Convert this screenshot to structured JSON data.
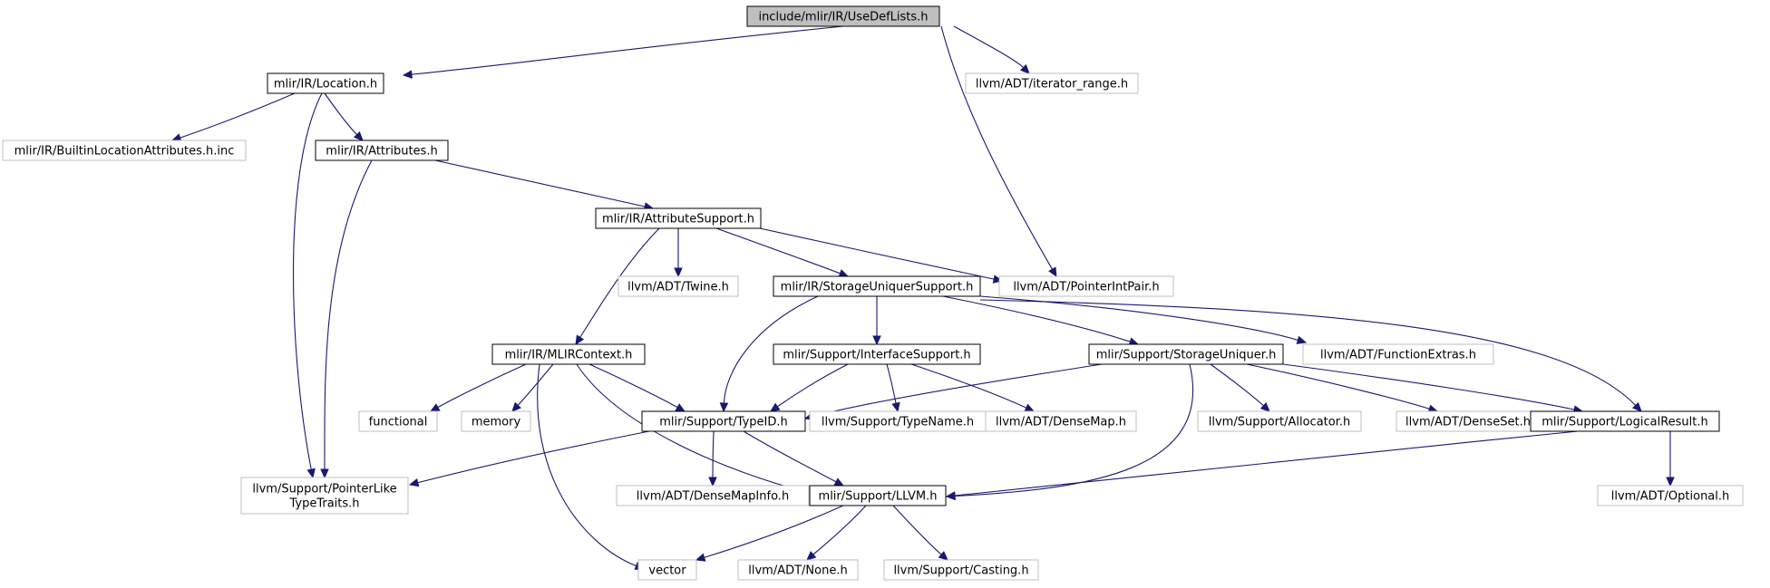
{
  "colors": {
    "edge": "#191970",
    "root_fill": "#bfbfbf",
    "root_border": "#000000",
    "internal_border": "#000000",
    "external_border": "#bfbfbf",
    "node_fill": "#ffffff",
    "text": "#000000"
  },
  "nodes": {
    "usedeflists": {
      "lines": [
        "include/mlir/IR/UseDefLists.h"
      ],
      "kind": "root"
    },
    "location": {
      "lines": [
        "mlir/IR/Location.h"
      ],
      "kind": "internal"
    },
    "iterator_range": {
      "lines": [
        "llvm/ADT/iterator_range.h"
      ],
      "kind": "external"
    },
    "builtinloc": {
      "lines": [
        "mlir/IR/BuiltinLocationAttributes.h.inc"
      ],
      "kind": "external"
    },
    "attributes": {
      "lines": [
        "mlir/IR/Attributes.h"
      ],
      "kind": "internal"
    },
    "attrsupport": {
      "lines": [
        "mlir/IR/AttributeSupport.h"
      ],
      "kind": "internal"
    },
    "twine": {
      "lines": [
        "llvm/ADT/Twine.h"
      ],
      "kind": "external"
    },
    "storageuniqsupport": {
      "lines": [
        "mlir/IR/StorageUniquerSupport.h"
      ],
      "kind": "internal"
    },
    "pointerintpair": {
      "lines": [
        "llvm/ADT/PointerIntPair.h"
      ],
      "kind": "external"
    },
    "mlircontext": {
      "lines": [
        "mlir/IR/MLIRContext.h"
      ],
      "kind": "internal"
    },
    "interfacesupport": {
      "lines": [
        "mlir/Support/InterfaceSupport.h"
      ],
      "kind": "internal"
    },
    "storageuniquer": {
      "lines": [
        "mlir/Support/StorageUniquer.h"
      ],
      "kind": "internal"
    },
    "functionextras": {
      "lines": [
        "llvm/ADT/FunctionExtras.h"
      ],
      "kind": "external"
    },
    "functional": {
      "lines": [
        "functional"
      ],
      "kind": "external"
    },
    "memory": {
      "lines": [
        "memory"
      ],
      "kind": "external"
    },
    "typeid": {
      "lines": [
        "mlir/Support/TypeID.h"
      ],
      "kind": "internal"
    },
    "typename": {
      "lines": [
        "llvm/Support/TypeName.h"
      ],
      "kind": "external"
    },
    "densemap": {
      "lines": [
        "llvm/ADT/DenseMap.h"
      ],
      "kind": "external"
    },
    "allocator": {
      "lines": [
        "llvm/Support/Allocator.h"
      ],
      "kind": "external"
    },
    "denseset": {
      "lines": [
        "llvm/ADT/DenseSet.h"
      ],
      "kind": "external"
    },
    "logicalresult": {
      "lines": [
        "mlir/Support/LogicalResult.h"
      ],
      "kind": "internal"
    },
    "pointerlike": {
      "lines": [
        "llvm/Support/PointerLike",
        "TypeTraits.h"
      ],
      "kind": "external"
    },
    "densemapinfo": {
      "lines": [
        "llvm/ADT/DenseMapInfo.h"
      ],
      "kind": "external"
    },
    "llvmh": {
      "lines": [
        "mlir/Support/LLVM.h"
      ],
      "kind": "internal"
    },
    "optional": {
      "lines": [
        "llvm/ADT/Optional.h"
      ],
      "kind": "external"
    },
    "vector": {
      "lines": [
        "vector"
      ],
      "kind": "external"
    },
    "none": {
      "lines": [
        "llvm/ADT/None.h"
      ],
      "kind": "external"
    },
    "casting": {
      "lines": [
        "llvm/Support/Casting.h"
      ],
      "kind": "external"
    }
  },
  "edges": [
    [
      "usedeflists",
      "location"
    ],
    [
      "usedeflists",
      "iterator_range"
    ],
    [
      "usedeflists",
      "pointerintpair"
    ],
    [
      "location",
      "builtinloc"
    ],
    [
      "location",
      "attributes"
    ],
    [
      "location",
      "pointerlike"
    ],
    [
      "attributes",
      "attrsupport"
    ],
    [
      "attributes",
      "pointerlike"
    ],
    [
      "attrsupport",
      "mlircontext"
    ],
    [
      "attrsupport",
      "twine"
    ],
    [
      "attrsupport",
      "storageuniqsupport"
    ],
    [
      "attrsupport",
      "pointerintpair"
    ],
    [
      "storageuniqsupport",
      "interfacesupport"
    ],
    [
      "storageuniqsupport",
      "storageuniquer"
    ],
    [
      "storageuniqsupport",
      "functionextras"
    ],
    [
      "storageuniqsupport",
      "typeid"
    ],
    [
      "storageuniqsupport",
      "logicalresult"
    ],
    [
      "mlircontext",
      "functional"
    ],
    [
      "mlircontext",
      "memory"
    ],
    [
      "mlircontext",
      "typeid"
    ],
    [
      "mlircontext",
      "llvmh"
    ],
    [
      "mlircontext",
      "vector"
    ],
    [
      "interfacesupport",
      "typeid"
    ],
    [
      "interfacesupport",
      "typename"
    ],
    [
      "interfacesupport",
      "densemap"
    ],
    [
      "storageuniquer",
      "typeid"
    ],
    [
      "storageuniquer",
      "allocator"
    ],
    [
      "storageuniquer",
      "denseset"
    ],
    [
      "storageuniquer",
      "logicalresult"
    ],
    [
      "storageuniquer",
      "llvmh"
    ],
    [
      "typeid",
      "pointerlike"
    ],
    [
      "typeid",
      "densemapinfo"
    ],
    [
      "typeid",
      "llvmh"
    ],
    [
      "logicalresult",
      "llvmh"
    ],
    [
      "logicalresult",
      "optional"
    ],
    [
      "llvmh",
      "vector"
    ],
    [
      "llvmh",
      "none"
    ],
    [
      "llvmh",
      "casting"
    ]
  ]
}
